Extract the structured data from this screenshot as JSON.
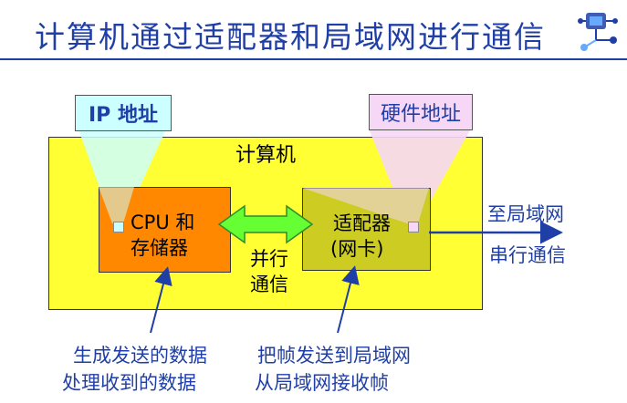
{
  "title": "计算机通过适配器和局域网进行通信",
  "labels": {
    "ip_address": "IP 地址",
    "hardware_address": "硬件地址",
    "computer": "计算机",
    "cpu_line1": "CPU 和",
    "cpu_line2": "存储器",
    "adapter_line1": "适配器",
    "adapter_line2": "(网卡)",
    "parallel_line1": "并行",
    "parallel_line2": "通信",
    "to_lan": "至局域网",
    "serial_comm": "串行通信",
    "cpu_note_line1": "生成发送的数据",
    "cpu_note_line2": "处理收到的数据",
    "adapter_note_line1": "把帧发送到局域网",
    "adapter_note_line2": "从局域网接收帧"
  },
  "colors": {
    "title": "#1f3fa6",
    "computer_fill": "#ffff33",
    "cpu_fill": "#ff8800",
    "adapter_fill": "#cccc22",
    "ip_fill": "#ccffff",
    "hardware_fill": "#f6d7f6",
    "arrow_green": "#66ff33",
    "annotation": "#1f3fa6"
  }
}
